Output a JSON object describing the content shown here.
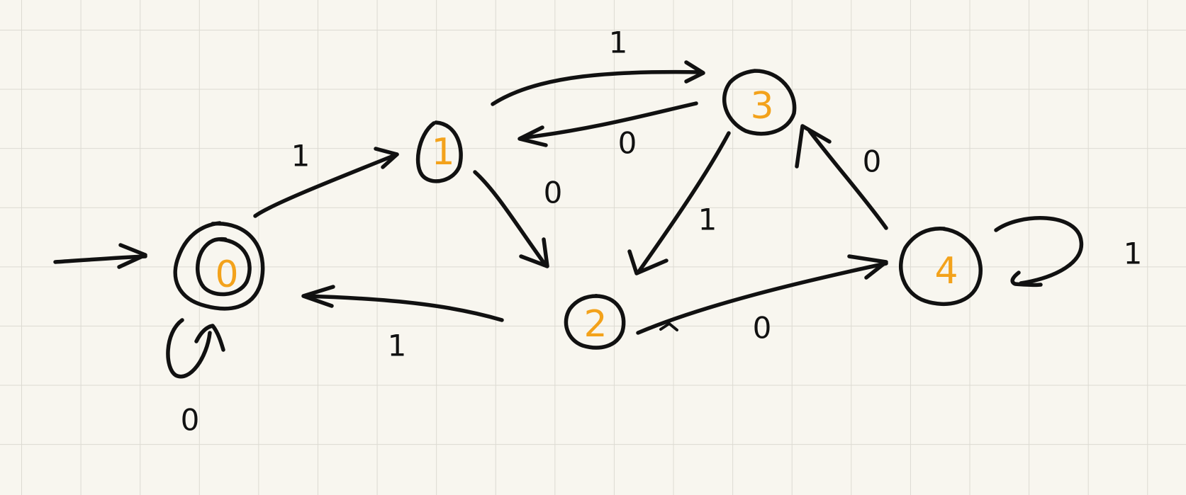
{
  "diagram": {
    "type": "state-transition-diagram",
    "ink_color": "#111111",
    "state_label_color": "#f3a21b",
    "grid_color": "#dcdad2",
    "paper_color": "#f8f6ef",
    "states": [
      {
        "id": "s0",
        "label": "0",
        "initial": true,
        "accepting": true
      },
      {
        "id": "s1",
        "label": "1"
      },
      {
        "id": "s2",
        "label": "2"
      },
      {
        "id": "s3",
        "label": "3"
      },
      {
        "id": "s4",
        "label": "4"
      }
    ],
    "transitions": [
      {
        "id": "t0-0",
        "from": "0",
        "to": "0",
        "symbol": "0"
      },
      {
        "id": "t0-1",
        "from": "0",
        "to": "1",
        "symbol": "1"
      },
      {
        "id": "t1-2",
        "from": "1",
        "to": "2",
        "symbol": "0"
      },
      {
        "id": "t1-3",
        "from": "1",
        "to": "3",
        "symbol": "1"
      },
      {
        "id": "t3-1",
        "from": "3",
        "to": "1",
        "symbol": "0"
      },
      {
        "id": "t3-2",
        "from": "3",
        "to": "2",
        "symbol": "1"
      },
      {
        "id": "t2-0",
        "from": "2",
        "to": "0",
        "symbol": "1"
      },
      {
        "id": "t2-4",
        "from": "2",
        "to": "4",
        "symbol": "0"
      },
      {
        "id": "t4-3",
        "from": "4",
        "to": "3",
        "symbol": "0"
      },
      {
        "id": "t4-4",
        "from": "4",
        "to": "4",
        "symbol": "1"
      }
    ]
  }
}
